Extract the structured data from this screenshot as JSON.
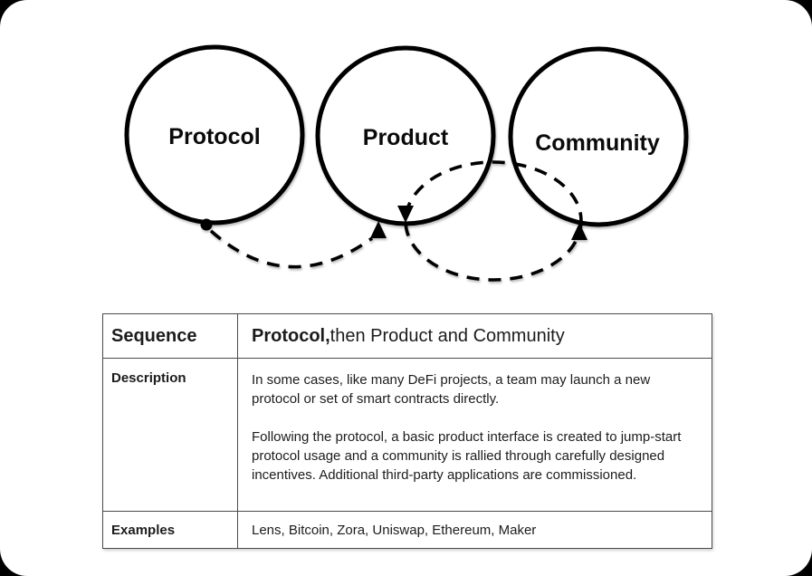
{
  "colors": {
    "page_background": "#000000",
    "card_background": "#ffffff",
    "ink": "#000000",
    "table_border": "#4b4b4b"
  },
  "diagram": {
    "circles": [
      {
        "label": "Protocol"
      },
      {
        "label": "Product"
      },
      {
        "label": "Community"
      }
    ]
  },
  "table": {
    "sequence_label": "Sequence",
    "sequence_value_bold": "Protocol,",
    "sequence_value_rest": " then Product and Community",
    "description_label": "Description",
    "description_p1": "In some cases, like many DeFi projects, a team may launch a new protocol or set of smart contracts directly.",
    "description_p2": "Following the protocol, a basic product interface is created to jump-start protocol usage and a community is rallied through carefully designed incentives. Additional third-party applications are commissioned.",
    "examples_label": "Examples",
    "examples_value": "Lens, Bitcoin, Zora, Uniswap, Ethereum, Maker"
  }
}
